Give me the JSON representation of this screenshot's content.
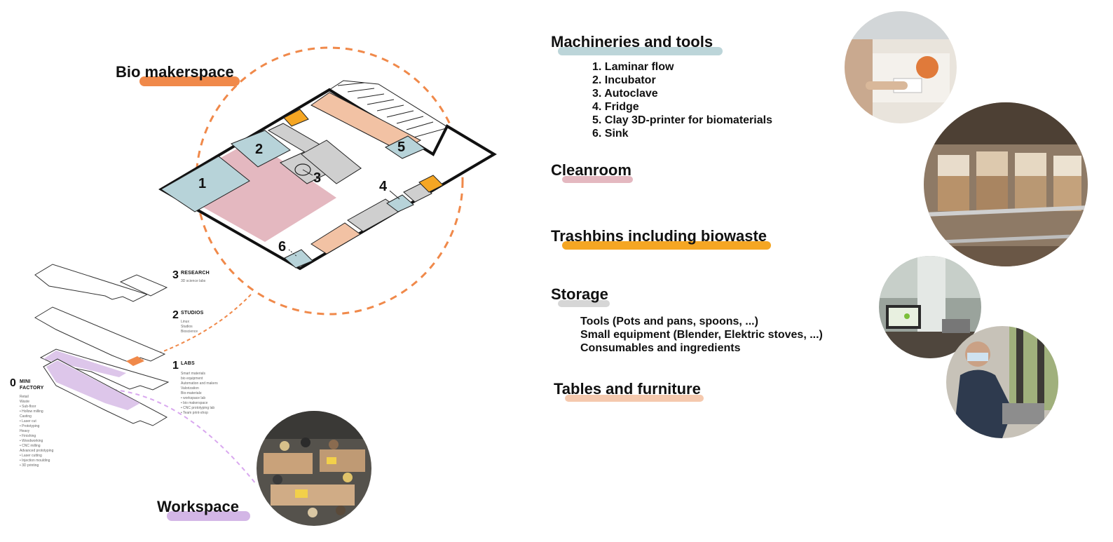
{
  "sections": {
    "bio_makerspace": {
      "title": "Bio makerspace",
      "color": "#f0894a"
    },
    "workspace": {
      "title": "Workspace",
      "color": "#d3b6e6"
    }
  },
  "plan_labels": [
    "1",
    "2",
    "3",
    "4",
    "5",
    "6"
  ],
  "plan_colors": {
    "cleanroom": "#e4b8c0",
    "equipment": "#b7d3d9",
    "furniture": "#f2c2a4",
    "storage": "#cfcfcf",
    "trash": "#f5a623",
    "outline": "#111111",
    "dash": "#f0894a",
    "dash_workspace": "#d9a8ef"
  },
  "floor_levels": [
    {
      "num": "3",
      "title": "RESEARCH",
      "notes": [
        "3D science labs"
      ]
    },
    {
      "num": "2",
      "title": "STUDIOS",
      "notes": [
        "Linux",
        "Studios",
        "Bioscience"
      ]
    },
    {
      "num": "1",
      "title": "LABS",
      "notes": [
        "Smart materials",
        "bio equipment",
        "Automation and makers",
        "Valorization",
        "Bio-materials:",
        "• workspace lab",
        "• bio makerspace",
        "• CNC prototyping lab",
        "• Team print-shop"
      ]
    },
    {
      "num": "0",
      "title": "MINI FACTORY",
      "notes": [
        "Retail",
        "Waste",
        "• Sub-floor",
        "• Hollow milling",
        "Casting",
        "• Laser cut",
        "• Prototyping",
        "Heavy",
        "• Finishing",
        "• Woodworking",
        "• CNC milling",
        "Advanced prototyping",
        "• Laser cutting",
        "• Injection moulding",
        "• 3D printing"
      ]
    }
  ],
  "categories": [
    {
      "key": "machinery",
      "title": "Machineries and tools",
      "color": "#bcd5d9",
      "items": [
        "1. Laminar flow",
        "2. Incubator",
        "3. Autoclave",
        "4. Fridge",
        "5. Clay 3D-printer for biomaterials",
        "6. Sink"
      ]
    },
    {
      "key": "cleanroom",
      "title": "Cleanroom",
      "color": "#e4b8c0",
      "items": []
    },
    {
      "key": "trash",
      "title": "Trashbins including biowaste",
      "color": "#f5a623",
      "items": []
    },
    {
      "key": "storage",
      "title": "Storage",
      "color": "#d6d6d6",
      "items": [
        "Tools (Pots and pans, spoons, ...)",
        "Small equipment (Blender, Elektric stoves, ...)",
        "Consumables and ingredients"
      ]
    },
    {
      "key": "tables",
      "title": "Tables and furniture",
      "color": "#f5c9ae",
      "items": []
    }
  ],
  "photos": [
    {
      "name": "photo-laminar-flow",
      "subject": "lab worker at laminar flow hood"
    },
    {
      "name": "photo-incubator-shelves",
      "subject": "mycelium bags on incubator shelves"
    },
    {
      "name": "photo-storage-laptop",
      "subject": "laptop and equipment in storage"
    },
    {
      "name": "photo-person-working",
      "subject": "person working at bench"
    },
    {
      "name": "photo-workspace-aerial",
      "subject": "aerial view of workspace tables"
    }
  ]
}
